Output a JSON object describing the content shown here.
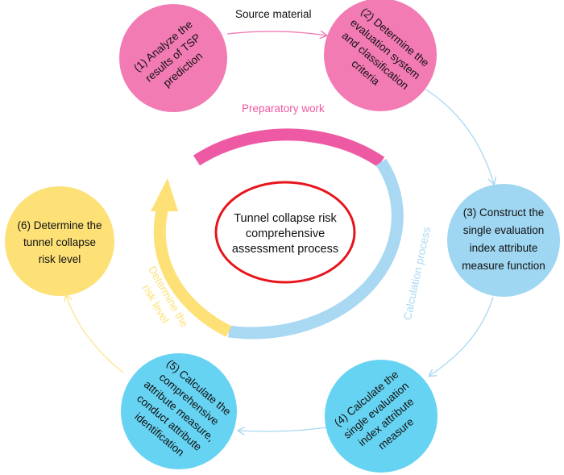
{
  "center": {
    "lines": [
      "Tunnel collapse risk",
      "comprehensive",
      "assessment process"
    ],
    "ring_color": "#e8141b"
  },
  "steps": [
    {
      "lines": [
        "(1) Analyze the",
        "results of TSP",
        "prediction"
      ],
      "color": "#f27bb4"
    },
    {
      "lines": [
        "(2) Determine the",
        "evaluation system",
        "and classification",
        "criteria"
      ],
      "color": "#f27bb4"
    },
    {
      "lines": [
        "(3) Construct the",
        "single evaluation",
        "index attribute",
        "measure function"
      ],
      "color": "#9fd6f1"
    },
    {
      "lines": [
        "(4) Calculate the",
        "single evaluation",
        "index attribute",
        "measure"
      ],
      "color": "#67d3f2"
    },
    {
      "lines": [
        "(5) Calculate the",
        "comprehensive",
        "attribute measure,",
        "conduct attribute",
        "identification"
      ],
      "color": "#67d3f2"
    },
    {
      "lines": [
        "(6) Determine the",
        "tunnel collapse",
        "risk level"
      ],
      "color": "#fde177"
    }
  ],
  "labels": {
    "source_material": "Source material",
    "preparatory_work": "Preparatory work",
    "calculation_process": "Calculation process",
    "determine_risk_level": [
      "Determine the",
      "risk level"
    ]
  },
  "colors": {
    "pink": "#ed5aa3",
    "pink_arrow": "#f27bb4",
    "blue": "#a9d8f2",
    "blue_arrow": "#a9d8f2",
    "yellow": "#fde177",
    "yellow_arrow": "#fde58a"
  }
}
